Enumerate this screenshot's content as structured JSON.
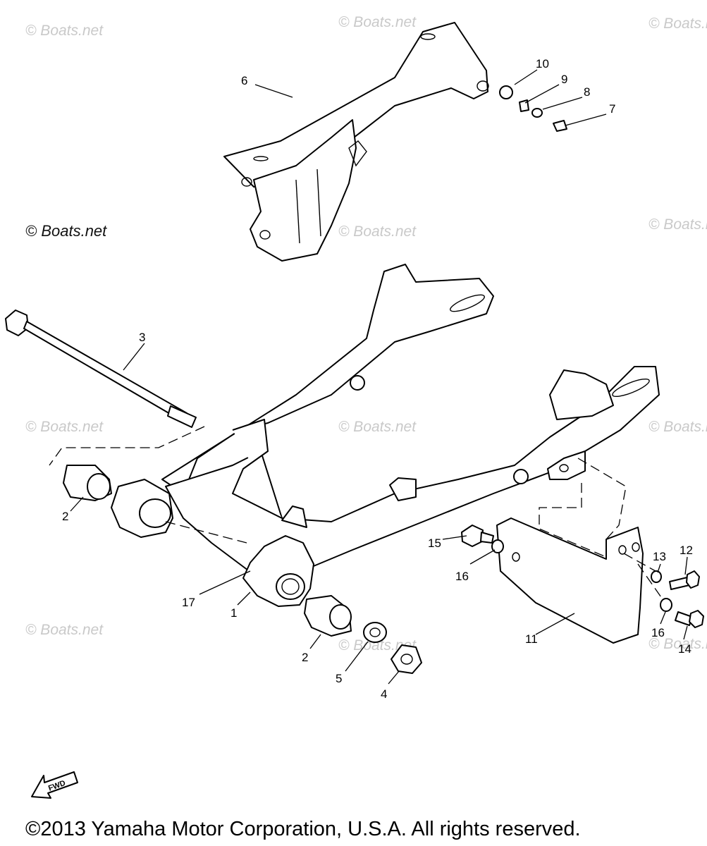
{
  "watermarks": {
    "text": "© Boats.net",
    "prominent": "© Boats.net"
  },
  "callouts": {
    "p1": "1",
    "p2a": "2",
    "p2b": "2",
    "p3": "3",
    "p4": "4",
    "p5": "5",
    "p6": "6",
    "p7": "7",
    "p8": "8",
    "p9": "9",
    "p10": "10",
    "p11": "11",
    "p12": "12",
    "p13": "13",
    "p14": "14",
    "p15": "15",
    "p16a": "16",
    "p16b": "16",
    "p17": "17"
  },
  "fwd_label": "FWD",
  "copyright": "©2013 Yamaha Motor Corporation, U.S.A. All rights reserved."
}
